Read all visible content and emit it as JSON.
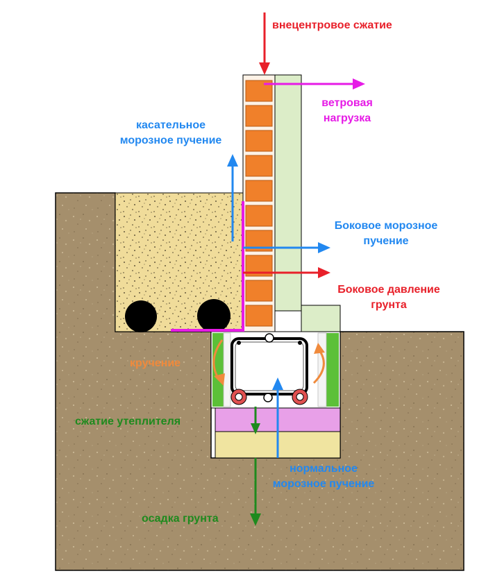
{
  "labels": {
    "eccentric": "внецентровое сжатие",
    "wind1": "ветровая",
    "wind2": "нагрузка",
    "tangential1": "касательное",
    "tangential2": "морозное пучение",
    "lateral_frost1": "Боковое морозное",
    "lateral_frost2": "пучение",
    "lateral_soil1": "Боковое давление",
    "lateral_soil2": "грунта",
    "torsion": "кручение",
    "insulation": "сжатие утеплителя",
    "normal1": "нормальное",
    "normal2": "морозное пучение",
    "settlement": "осадка грунта"
  },
  "colors": {
    "red": "#e8202a",
    "magenta": "#e61be6",
    "blue": "#2288f0",
    "orange": "#f08a3c",
    "green": "#1e8a1e",
    "soil": "#a58f6c",
    "sand": "#f0dc9a",
    "brick": "#f0802a",
    "insulation_green": "#dcedc8",
    "green_board": "#5cc038",
    "pink_layer": "#e8a0e8",
    "bedding": "#f0e4a0"
  }
}
